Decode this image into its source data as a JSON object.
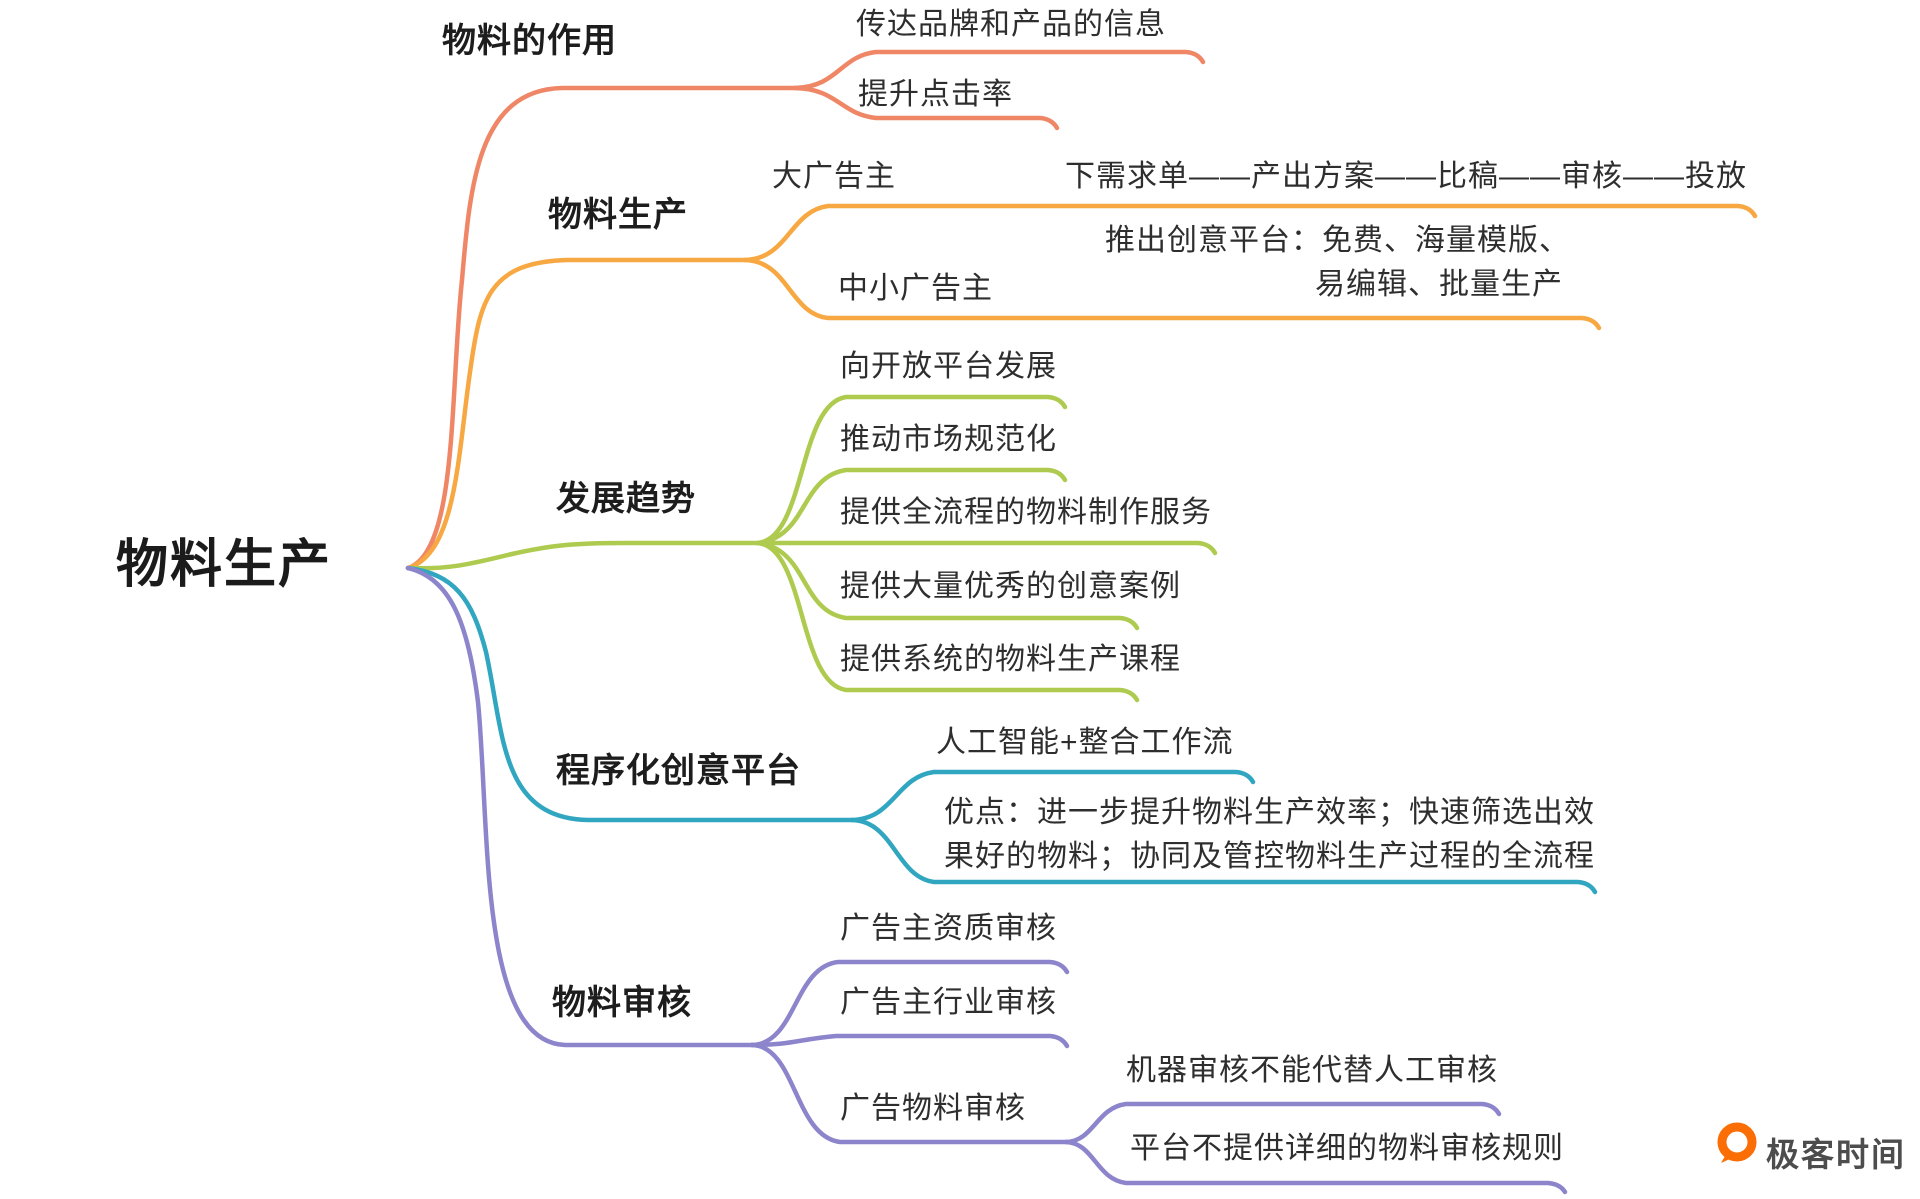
{
  "root": {
    "label": "物料生产"
  },
  "branches": [
    {
      "label": "物料的作用",
      "color": "#EF8767",
      "children": [
        {
          "label": "传达品牌和产品的信息"
        },
        {
          "label": "提升点击率"
        }
      ]
    },
    {
      "label": "物料生产",
      "color": "#F7A843",
      "children": [
        {
          "label": "大广告主",
          "child": {
            "label": "下需求单——产出方案——比稿——审核——投放"
          }
        },
        {
          "label": "中小广告主",
          "child": {
            "lines": [
              "推出创意平台：免费、海量模版、",
              "易编辑、批量生产"
            ]
          }
        }
      ]
    },
    {
      "label": "发展趋势",
      "color": "#AECB4F",
      "children": [
        {
          "label": "向开放平台发展"
        },
        {
          "label": "推动市场规范化"
        },
        {
          "label": "提供全流程的物料制作服务"
        },
        {
          "label": "提供大量优秀的创意案例"
        },
        {
          "label": "提供系统的物料生产课程"
        }
      ]
    },
    {
      "label": "程序化创意平台",
      "color": "#31A6C0",
      "children": [
        {
          "label": "人工智能+整合工作流"
        },
        {
          "lines": [
            "优点：进一步提升物料生产效率；快速筛选出效",
            "果好的物料；协同及管控物料生产过程的全流程"
          ]
        }
      ]
    },
    {
      "label": "物料审核",
      "color": "#8C85CC",
      "children": [
        {
          "label": "广告主资质审核"
        },
        {
          "label": "广告主行业审核"
        },
        {
          "label": "广告物料审核",
          "children": [
            {
              "label": "机器审核不能代替人工审核"
            },
            {
              "label": "平台不提供详细的物料审核规则"
            }
          ]
        }
      ]
    }
  ],
  "watermark": {
    "brand": "极客时间",
    "logo_color": "#FB6D05"
  }
}
